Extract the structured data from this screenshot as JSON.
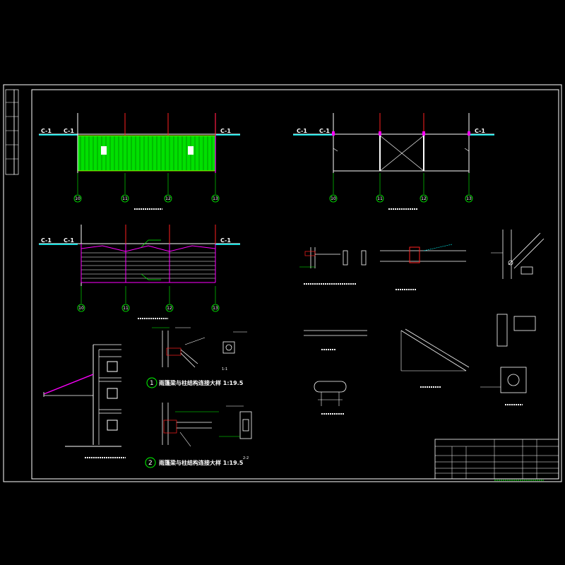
{
  "colors": {
    "background": "#000000",
    "frame": "#ffffff",
    "green": "#00ff00",
    "magenta": "#ff00ff",
    "red": "#ff2020",
    "cyan": "#00ffff",
    "yellow": "#ffff00"
  },
  "section_labels": {
    "c1": "C-1"
  },
  "grid_axes": [
    "10",
    "11",
    "12",
    "13"
  ],
  "detail_titles": {
    "detail1": "雨篷梁与柱结构连接大样 1:19.5",
    "detail2": "雨篷梁与柱结构连接大样 1:19.5"
  },
  "detail_numbers": {
    "one": "1",
    "two": "2"
  },
  "section_cuts": {
    "s1": "1-1",
    "s2": "2-2"
  }
}
